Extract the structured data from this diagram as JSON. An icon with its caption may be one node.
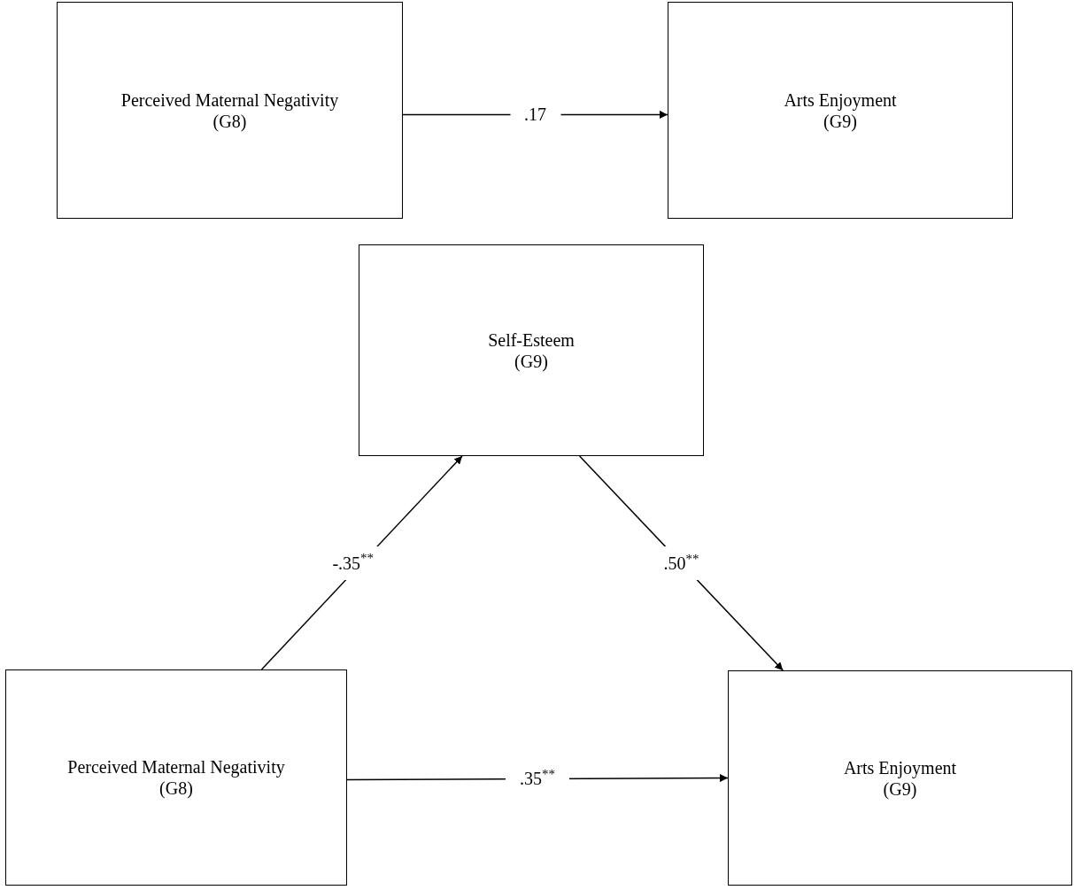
{
  "diagram": {
    "nodes": [
      {
        "text": [
          "Perceived Maternal Negativity",
          "(G8)"
        ]
      },
      {
        "text": [
          "Arts Enjoyment",
          "(G9)"
        ]
      },
      {
        "text": [
          "Self-Esteem",
          "(G9)"
        ]
      },
      {
        "text": [
          "Perceived Maternal Negativity",
          "(G8)"
        ]
      },
      {
        "text": [
          "Arts Enjoyment",
          "(G9)"
        ]
      }
    ],
    "edges": [
      {
        "from": 0,
        "to": 1,
        "arrow": "to",
        "label": ".17"
      },
      {
        "from": 3,
        "to": 2,
        "arrow": "to",
        "label": "-.35$^{**}$"
      },
      {
        "from": 2,
        "to": 4,
        "arrow": "to",
        "label": ".50$^{**}$"
      },
      {
        "from": 3,
        "to": 4,
        "arrow": "to",
        "label": ".35$^{**}$"
      }
    ]
  }
}
